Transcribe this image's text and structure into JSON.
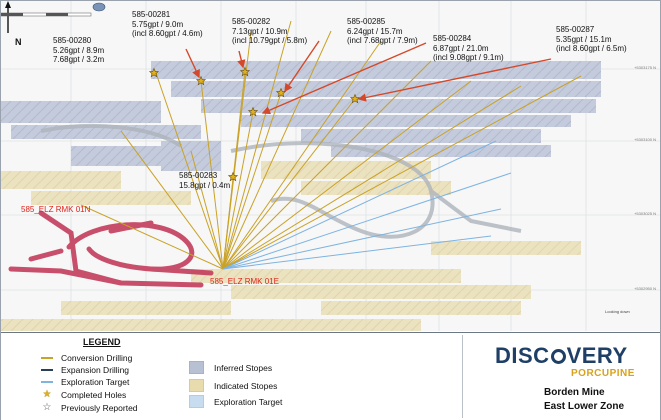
{
  "map": {
    "callouts": [
      {
        "hole": "585-00280",
        "line1": "5.26gpt / 8.9m",
        "line2": "7.68gpt / 3.2m"
      },
      {
        "hole": "585-00281",
        "line1": "5.75gpt / 9.0m",
        "line2": "(incl 8.60gpt / 4.6m)"
      },
      {
        "hole": "585-00282",
        "line1": "7.13gpt / 10.9m",
        "line2": "(incl 10.79gpt / 5.8m)"
      },
      {
        "hole": "585-00285",
        "line1": "6.24gpt / 15.7m",
        "line2": "(incl 7.68gpt / 7.9m)"
      },
      {
        "hole": "585-00284",
        "line1": "6.87gpt / 21.0m",
        "line2": "(incl 9.08gpt / 9.1m)"
      },
      {
        "hole": "585-00287",
        "line1": "5.35gpt / 15.1m",
        "line2": "(incl 8.60gpt / 6.5m)"
      },
      {
        "hole": "585-00283",
        "line1": "15.8gpt / 0.4m",
        "line2": ""
      }
    ],
    "zone_labels": [
      "585_ELZ RMK 01N",
      "585_ELZ RMK 01E"
    ],
    "north_label": "N",
    "grid_labels": [
      "+5303175 N",
      "+5303100 N",
      "+5303025 N",
      "+5302950 N"
    ],
    "scale_label": "Looking down",
    "colors": {
      "conversion": "#c9a227",
      "expansion": "#2a3f5c",
      "exploration_target": "#7fb3e0",
      "inferred": "#b8c0d4",
      "indicated": "#e8dcae",
      "exploration_area": "#c8dcf0",
      "development": "#c43d5c",
      "star": "#e0b020",
      "arrow": "#d4492a"
    }
  },
  "legend": {
    "title": "LEGEND",
    "lines": [
      {
        "label": "Conversion Drilling",
        "icon": "gold-line-icon"
      },
      {
        "label": "Expansion Drilling",
        "icon": "navy-line-icon"
      },
      {
        "label": "Exploration Target",
        "icon": "lightblue-line-icon"
      },
      {
        "label": "Completed Holes",
        "icon": "gold-star-icon"
      },
      {
        "label": "Previously Reported",
        "icon": "outline-star-icon"
      }
    ],
    "areas": [
      {
        "label": "Inferred Stopes"
      },
      {
        "label": "Indicated Stopes"
      },
      {
        "label": "Exploration Target"
      }
    ]
  },
  "branding": {
    "logo_main_pre": "DISC",
    "logo_main_post": "VERY",
    "logo_sub": "PORCUPINE",
    "site_line1": "Borden Mine",
    "site_line2": "East Lower Zone"
  }
}
